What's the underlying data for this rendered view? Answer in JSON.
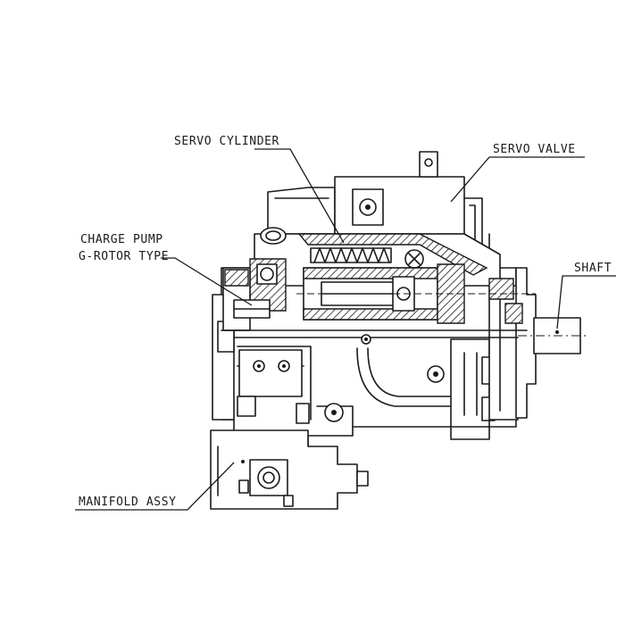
{
  "labels": {
    "servo_cylinder": "SERVO CYLINDER",
    "servo_valve": "SERVO VALVE",
    "charge_pump_line1": "CHARGE PUMP",
    "charge_pump_line2": "G-ROTOR TYPE",
    "shaft": "SHAFT",
    "manifold_assy": "MANIFOLD ASSY"
  }
}
